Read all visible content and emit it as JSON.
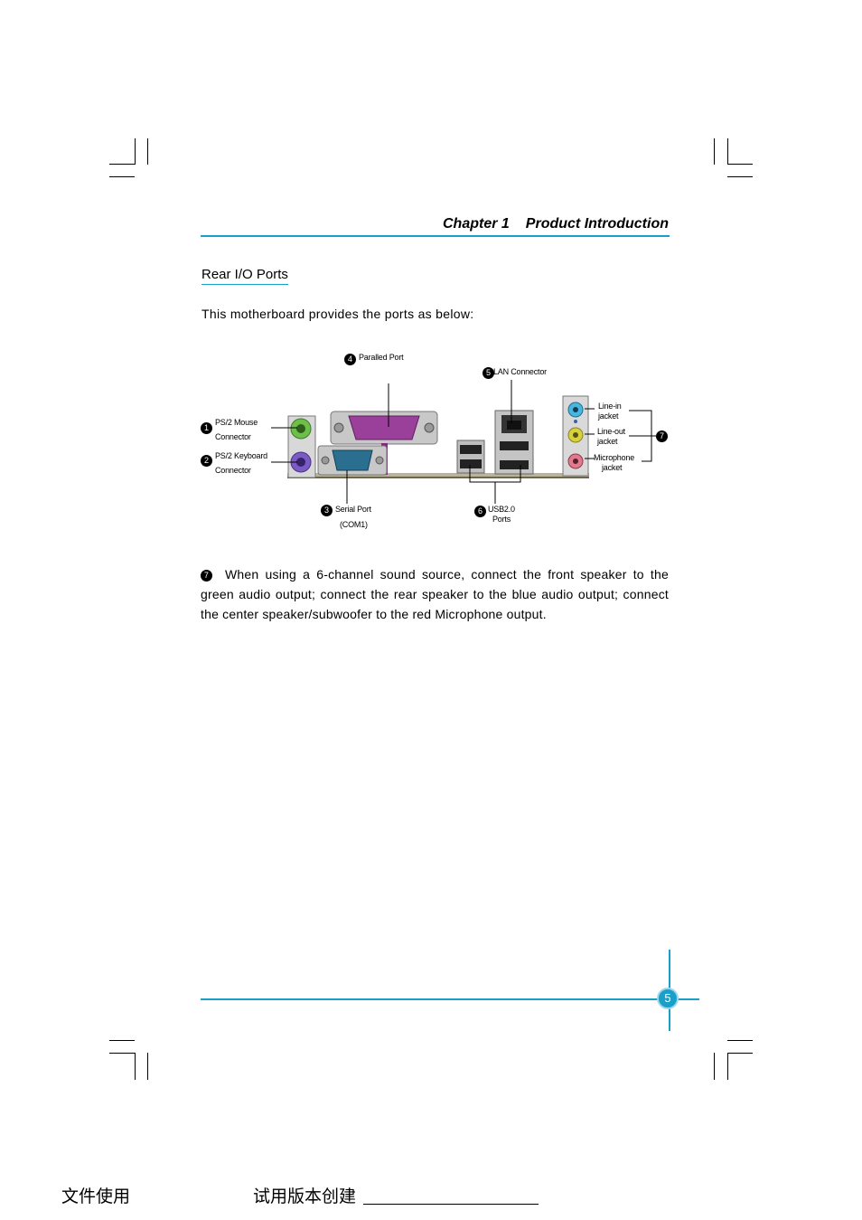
{
  "header": {
    "chapter": "Chapter 1",
    "title": "Product Introduction"
  },
  "section": {
    "title": "Rear I/O Ports",
    "intro": "This motherboard provides the ports as below:"
  },
  "figure": {
    "labels": {
      "ps2_mouse": [
        "PS/2 Mouse",
        "Connector"
      ],
      "ps2_keyboard": [
        "PS/2 Keyboard",
        "Connector"
      ],
      "serial": [
        "Serial Port",
        "(COM1)"
      ],
      "parallel": "Paralled Port",
      "lan": "LAN Connector",
      "usb": [
        "USB2.0",
        "Ports"
      ],
      "line_in": [
        "Line-in",
        "jacket"
      ],
      "line_out": [
        "Line-out",
        "jacket"
      ],
      "microphone": [
        "Microphone",
        "jacket"
      ]
    },
    "numbers": [
      "1",
      "2",
      "3",
      "4",
      "5",
      "6",
      "7"
    ],
    "colors": {
      "ps2_mouse": "#6dbf4a",
      "ps2_keyboard": "#7a5bc4",
      "serial": "#2a6f8f",
      "parallel": "#9a3f9a",
      "line_in": "#4ab6e0",
      "line_out": "#d7d23c",
      "microphone": "#e07b8f",
      "accent": "#1aa0c8"
    }
  },
  "note": {
    "number": "7",
    "text": "When using a 6-channel sound source, connect the front speaker to the green audio output; connect the rear speaker to the blue audio output; connect the center speaker/subwoofer to the red Microphone output."
  },
  "page_number": "5",
  "footer": {
    "left": "文件使用",
    "right": "试用版本创建"
  }
}
